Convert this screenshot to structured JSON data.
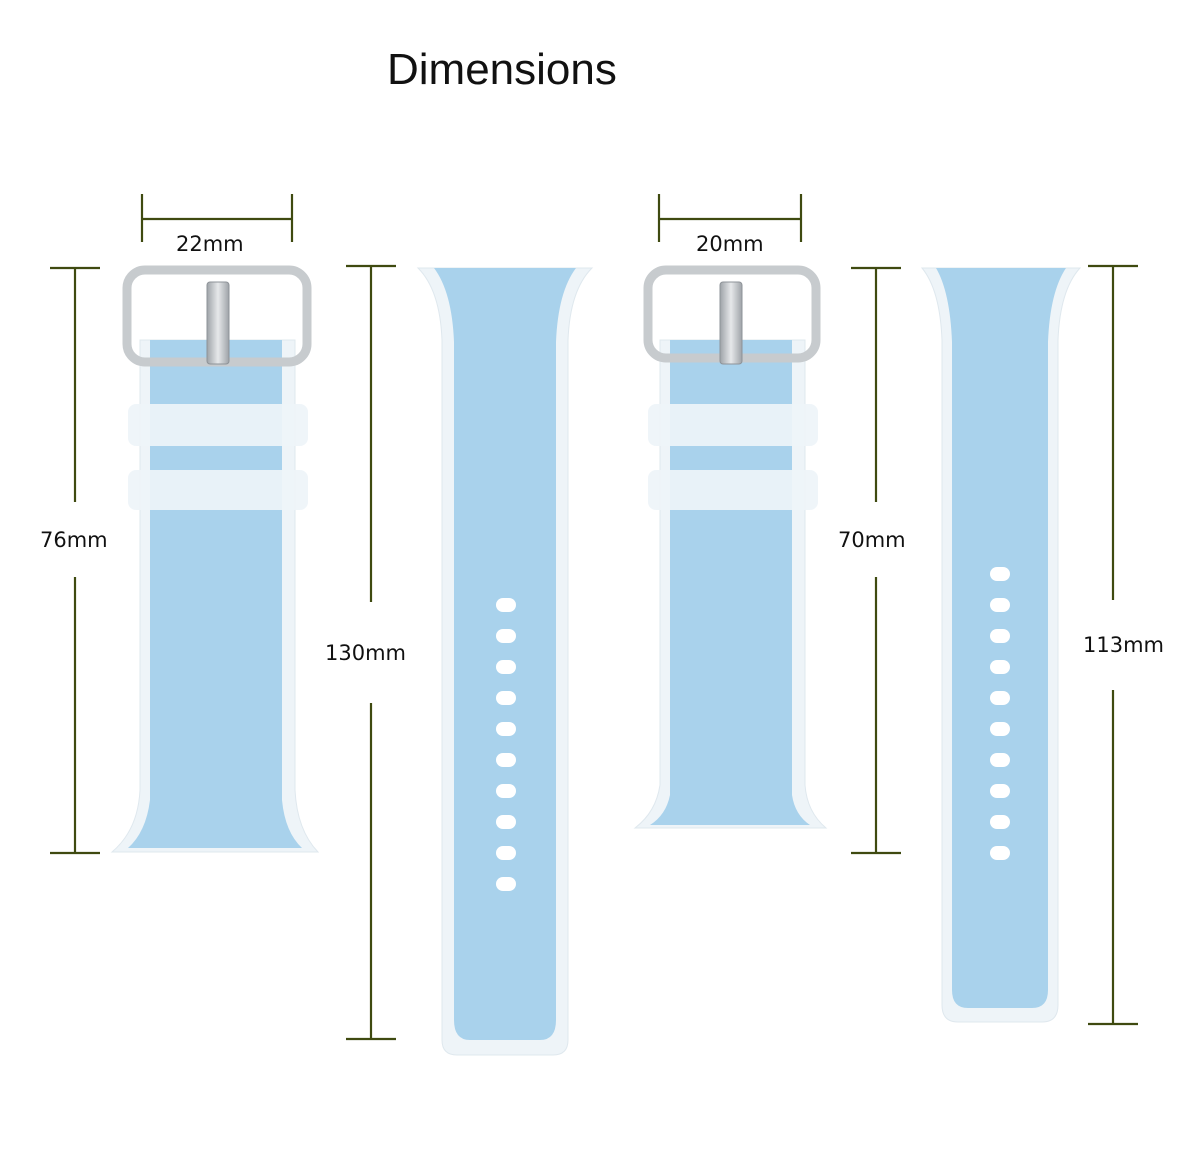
{
  "title": "Dimensions",
  "colors": {
    "band_blue": "#a9d2ec",
    "band_edge": "#eef4f8",
    "dimension_line": "#3f4a10",
    "buckle_metal": "#c9cccf",
    "hole": "#ffffff"
  },
  "measurements": {
    "large_width": "22mm",
    "large_buckle_length": "76mm",
    "large_tail_length": "130mm",
    "small_width": "20mm",
    "small_buckle_length": "70mm",
    "small_tail_length": "113mm"
  }
}
